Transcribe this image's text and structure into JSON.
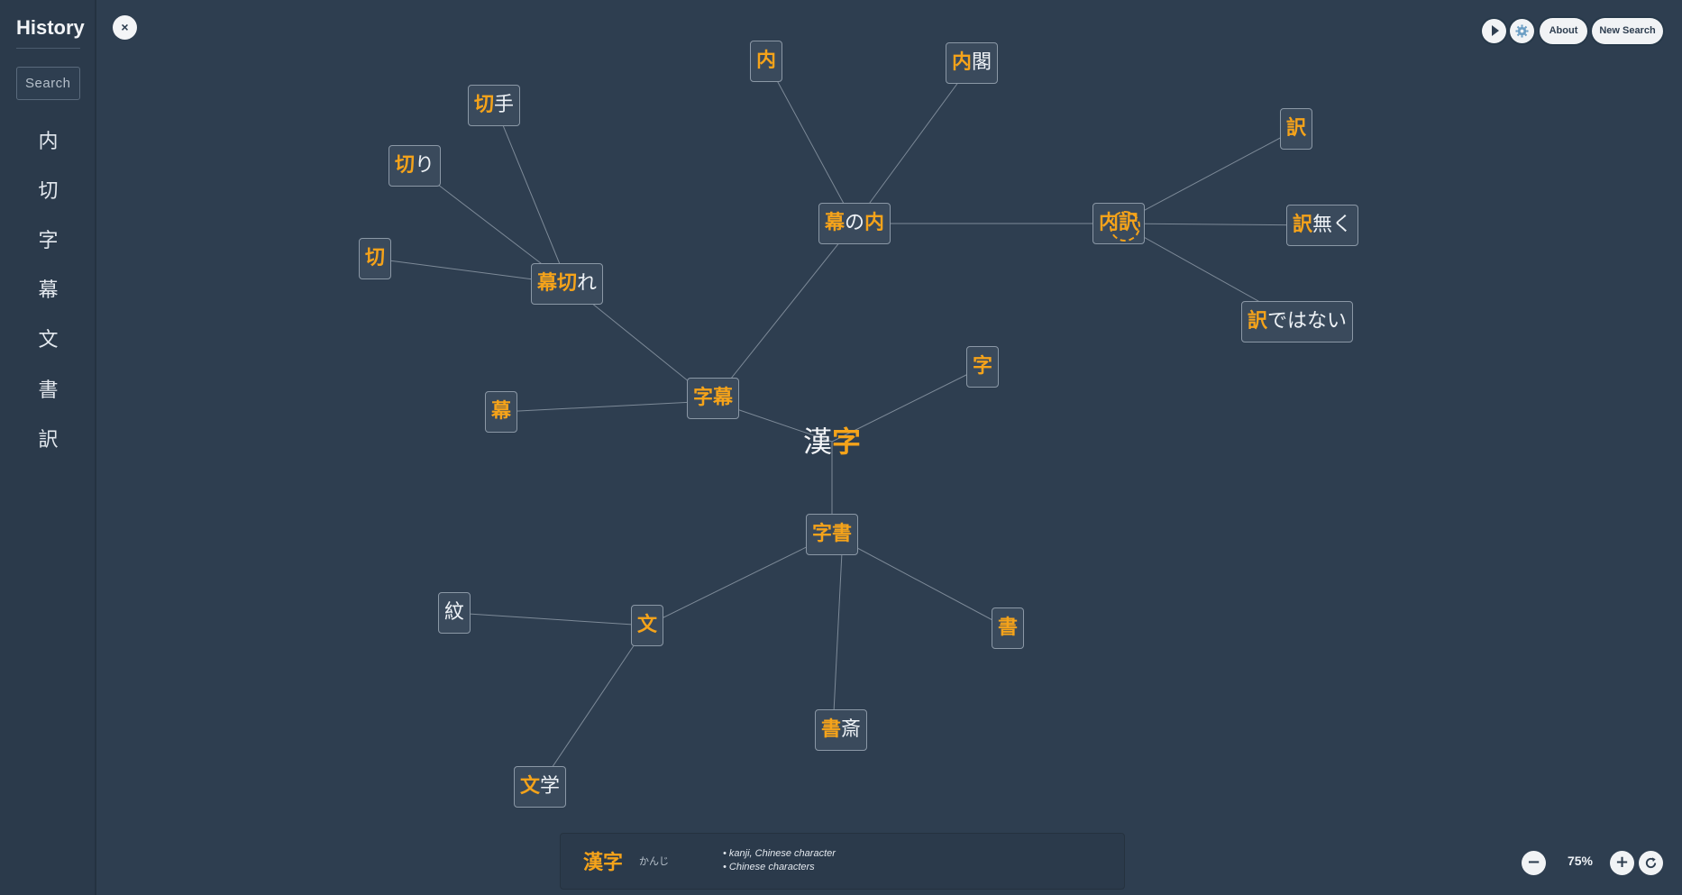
{
  "sidebar": {
    "title": "History",
    "search_placeholder": "Search",
    "items": [
      {
        "label": "内"
      },
      {
        "label": "切"
      },
      {
        "label": "字"
      },
      {
        "label": "幕"
      },
      {
        "label": "文"
      },
      {
        "label": "書"
      },
      {
        "label": "訳"
      }
    ]
  },
  "toolbar": {
    "close_label": "×",
    "about_label": "About",
    "new_search_label": "New Search"
  },
  "graph": {
    "center": {
      "hl_before": "",
      "plain_before": "漢",
      "hl": "字",
      "plain_after": ""
    },
    "nodes": {
      "kitte": {
        "hl": "切",
        "rest": "手"
      },
      "kiri": {
        "hl": "切",
        "rest": "り"
      },
      "kiri_single": {
        "hl": "切",
        "rest": ""
      },
      "makugire": {
        "hl": "幕切",
        "rest": "れ"
      },
      "maku_single": {
        "hl": "幕",
        "rest": ""
      },
      "jimaku": {
        "hl": "字幕",
        "rest": ""
      },
      "uchi_single": {
        "hl": "内",
        "rest": ""
      },
      "naikaku": {
        "hl": "内",
        "rest": "閣"
      },
      "makunouchi": {
        "pre_hl": "幕",
        "mid": "の",
        "hl": "内"
      },
      "uchiwake": {
        "hl": "内訳",
        "rest": ""
      },
      "wake_single": {
        "hl": "訳",
        "rest": ""
      },
      "wakenaku": {
        "hl": "訳",
        "rest": "無く"
      },
      "wakedehanai": {
        "hl": "訳",
        "rest": "ではない"
      },
      "ji_single": {
        "hl": "字",
        "rest": ""
      },
      "jisho": {
        "hl": "字書",
        "rest": ""
      },
      "mon_plain": {
        "hl": "",
        "rest": "紋"
      },
      "bun_single": {
        "hl": "文",
        "rest": ""
      },
      "sho_single": {
        "hl": "書",
        "rest": ""
      },
      "shosai": {
        "hl": "書",
        "rest": "斎"
      },
      "bungaku": {
        "hl": "文",
        "rest": "学"
      }
    }
  },
  "info_panel": {
    "word": "漢字",
    "reading": "かんじ",
    "definitions": [
      "• kanji, Chinese character",
      "• Chinese characters"
    ]
  },
  "zoom": {
    "level": "75%",
    "minus": "−",
    "plus": "+"
  }
}
